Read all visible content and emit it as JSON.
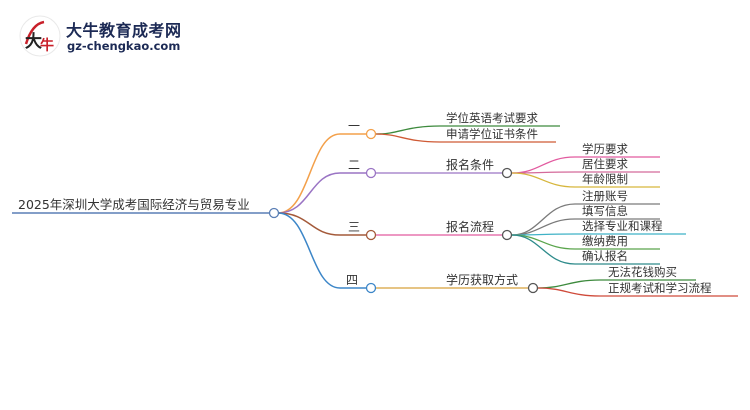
{
  "logo": {
    "name": "大牛教育成考网",
    "url": "gz-chengkao.com"
  },
  "mindmap": {
    "root": "2025年深圳大学成考国际经济与贸易专业",
    "branches": [
      {
        "index": "一",
        "color": "#f3a04a",
        "label": "",
        "children": [
          {
            "label": "学位英语考试要求",
            "color": "#3d8a3d"
          },
          {
            "label": "申请学位证书条件",
            "color": "#cf5a35"
          }
        ]
      },
      {
        "index": "二",
        "color": "#9a74c4",
        "label": "报名条件",
        "children": [
          {
            "label": "学历要求",
            "color": "#e25a9f"
          },
          {
            "label": "居住要求",
            "color": "#d46a9a"
          },
          {
            "label": "年龄限制",
            "color": "#d6b63c"
          }
        ]
      },
      {
        "index": "三",
        "color": "#a45a3a",
        "label": "报名流程",
        "children": [
          {
            "label": "注册账号",
            "color": "#7a7a7a"
          },
          {
            "label": "填写信息",
            "color": "#7a7a7a"
          },
          {
            "label": "选择专业和课程",
            "color": "#3fb2c6"
          },
          {
            "label": "缴纳费用",
            "color": "#5aa54c"
          },
          {
            "label": "确认报名",
            "color": "#2e8b8b"
          }
        ]
      },
      {
        "index": "四",
        "color": "#3c86c8",
        "label": "学历获取方式",
        "children": [
          {
            "label": "无法花钱购买",
            "color": "#3d8a3d"
          },
          {
            "label": "正规考试和学习流程",
            "color": "#cf4a3a"
          }
        ]
      }
    ],
    "root_color": "#5a7fb5"
  }
}
